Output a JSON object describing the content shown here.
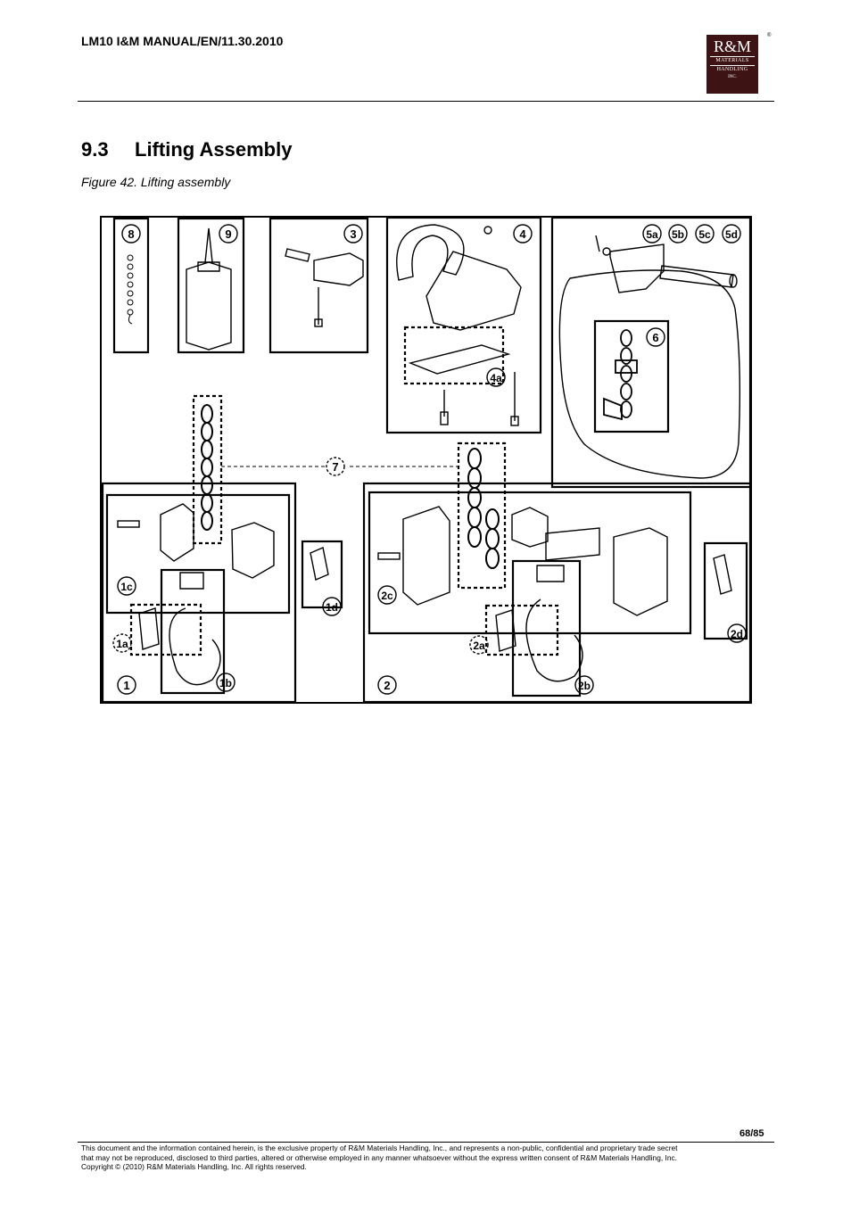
{
  "header": {
    "doc_id": "LM10 I&M MANUAL/EN/11.30.2010",
    "logo": {
      "line1": "R&M",
      "line2": "MATERIALS",
      "line3": "HANDLING",
      "line4": "INC.",
      "reg": "®"
    }
  },
  "section": {
    "number": "9.3",
    "title": "Lifting Assembly"
  },
  "figure": {
    "caption": "Figure 42. Lifting assembly",
    "callouts": [
      "8",
      "9",
      "3",
      "4",
      "4a",
      "5a",
      "5b",
      "5c",
      "5d",
      "6",
      "7",
      "1c",
      "1d",
      "1a",
      "1",
      "1b",
      "2c",
      "2a",
      "2",
      "2b",
      "2d"
    ]
  },
  "footer": {
    "page": "68/85",
    "line1": "This document and the information contained herein, is the exclusive property of R&M Materials Handling, Inc., and represents a non-public, confidential and proprietary trade secret",
    "line2": "that may not be reproduced, disclosed to third parties, altered or otherwise employed in any manner whatsoever without the express written consent of R&M Materials Handling, Inc.",
    "line3": "Copyright © (2010) R&M Materials Handling, Inc.  All rights reserved."
  }
}
